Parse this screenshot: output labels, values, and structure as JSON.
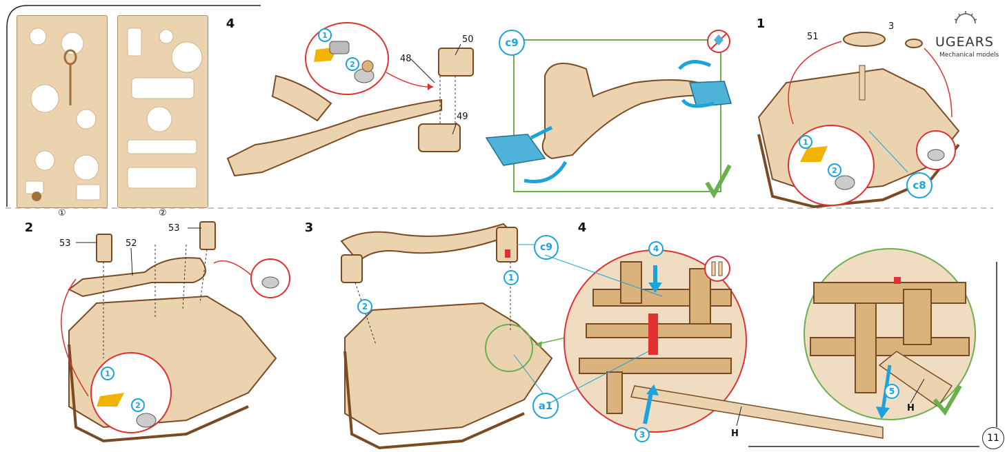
{
  "brand": {
    "name": "UGEARS",
    "tagline": "Mechanical models"
  },
  "page_number": "11",
  "sheets": [
    {
      "label": "①"
    },
    {
      "label": "②"
    }
  ],
  "steps_top": [
    "4",
    "1"
  ],
  "steps_bottom": [
    "2",
    "3",
    "4"
  ],
  "parts": {
    "p48": "48",
    "p49": "49",
    "p50": "50",
    "p51": "51",
    "p3": "3",
    "p52": "52",
    "p53a": "53",
    "p53b": "53"
  },
  "callouts": {
    "c9_top": "c9",
    "c8": "c8",
    "c9_bottom": "c9",
    "a1": "a1"
  },
  "tool_label": "H",
  "tool_label_2": "H",
  "numbers": {
    "n1": "1",
    "n2": "2",
    "n3": "3",
    "n4": "4",
    "n5": "5",
    "g1a": "1",
    "g2a": "2",
    "g1b": "1",
    "g2b": "2",
    "g1c": "1",
    "g2c": "2"
  },
  "colors": {
    "wood": "#e8c9a0",
    "wood_dark": "#7a4a22",
    "red": "#e03030",
    "green": "#6ab04c",
    "blue": "#1aa3dc"
  }
}
